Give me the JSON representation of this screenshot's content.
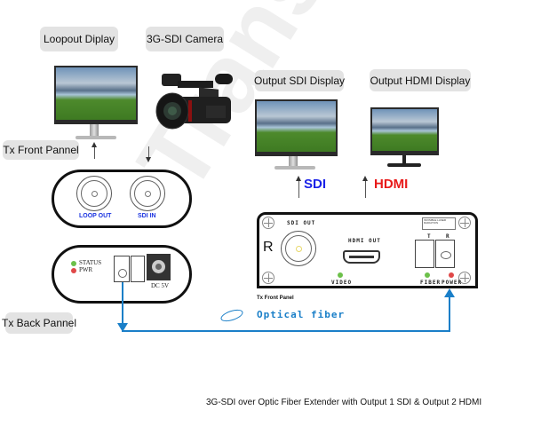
{
  "watermark": "Transun",
  "labels": {
    "loopout_display": "Loopout Diplay",
    "camera": "3G-SDI Camera",
    "output_sdi_display": "Output SDI Display",
    "output_hdmi_display": "Output HDMI Display",
    "tx_front_pannel": "Tx Front Pannel",
    "tx_back_pannel": "Tx Back Pannel"
  },
  "signals": {
    "sdi": "SDI",
    "hdmi": "HDMI",
    "sdi_color": "#1a22e8",
    "hdmi_color": "#e81a1a"
  },
  "tx_front": {
    "loop_out": "LOOP OUT",
    "sdi_in": "SDI IN"
  },
  "tx_back": {
    "status": "STATUS",
    "pwr": "PWR",
    "dc": "DC  5V",
    "status_led_color": "#6cc04a",
    "pwr_led_color": "#e04848"
  },
  "rx_panel": {
    "side_letter": "R",
    "sdi_out": "SDI OUT",
    "hdmi_out": "HDMI OUT",
    "video": "VIDEO",
    "fiber": "FIBER",
    "power": "POWER",
    "t": "T",
    "r": "R",
    "laser_warning": "INVISIBLE LASER RADIATION",
    "caption": "Tx Front Panel"
  },
  "fiber": {
    "label": "Optical fiber",
    "color": "#1a7fc8"
  },
  "caption": "3G-SDI over Optic Fiber Extender with Output 1 SDI & Output 2 HDMI"
}
